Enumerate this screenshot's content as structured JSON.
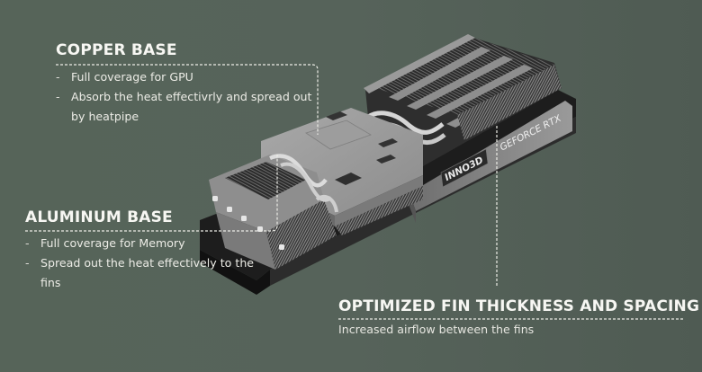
{
  "theme": {
    "background": "#566359",
    "text": "#f2f2ee",
    "dashed_line": "#e8e8e2"
  },
  "product": {
    "brand_badge": "INNO3D",
    "side_label": "GEFORCE RTX"
  },
  "callouts": {
    "copper_base": {
      "title": "COPPER BASE",
      "bullets": [
        {
          "dash": "-",
          "text": "Full coverage for GPU"
        },
        {
          "dash": "-",
          "text": "Absorb the heat effectivrly and spread out by heatpipe"
        }
      ]
    },
    "aluminum_base": {
      "title": "ALUMINUM BASE",
      "bullets": [
        {
          "dash": "-",
          "text": "Full coverage for Memory"
        },
        {
          "dash": "-",
          "text": "Spread out the heat effectively to the fins"
        }
      ]
    },
    "fin_design": {
      "title": "OPTIMIZED FIN THICKNESS AND SPACING",
      "description": "Increased airflow between the fins"
    }
  }
}
